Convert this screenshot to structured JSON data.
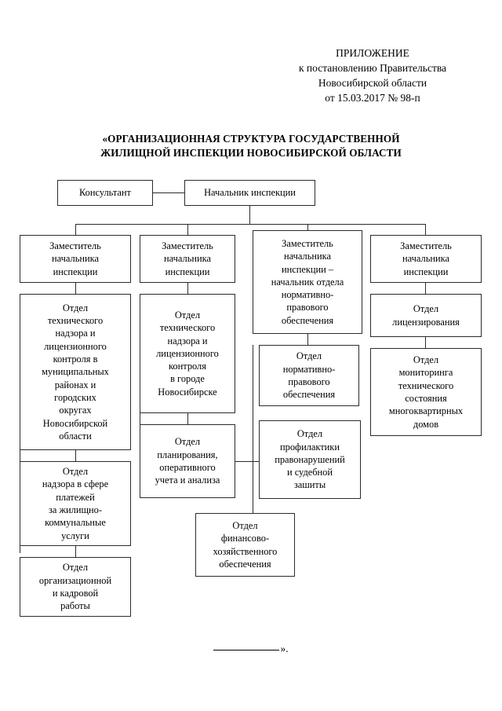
{
  "header": {
    "line1": "ПРИЛОЖЕНИЕ",
    "line2": "к постановлению Правительства",
    "line3": "Новосибирской области",
    "line4": "от 15.03.2017  № 98-п"
  },
  "title": {
    "line1": "«ОРГАНИЗАЦИОННАЯ СТРУКТУРА ГОСУДАРСТВЕННОЙ",
    "line2": "ЖИЛИЩНОЙ ИНСПЕКЦИИ НОВОСИБИРСКОЙ ОБЛАСТИ"
  },
  "chart_data": {
    "type": "diagram",
    "title": "«ОРГАНИЗАЦИОННАЯ СТРУКТУРА ГОСУДАРСТВЕННОЙ ЖИЛИЩНОЙ ИНСПЕКЦИИ НОВОСИБИРСКОЙ ОБЛАСТИ",
    "nodes": {
      "consultant": "Консультант",
      "chief": "Начальник инспекции",
      "deputy1": "Заместитель\nначальника\nинспекции",
      "deputy2": "Заместитель\nначальника\nинспекции",
      "deputy3": "Заместитель\nначальника\nинспекции –\nначальник отдела\nнормативно-\nправового\nобеспечения",
      "deputy4": "Заместитель\nначальника\nинспекции",
      "dept_tech_municipal": "Отдел\nтехнического\nнадзора и\nлицензионного\nконтроля в\nмуниципальных\nрайонах и\nгородских\nокругах\nНовосибирской\nобласти",
      "dept_payments": "Отдел\nнадзора в сфере\nплатежей\nза жилищно-\nкоммунальные\nуслуги",
      "dept_hr": "Отдел\nорганизационной\nи кадровой\nработы",
      "dept_tech_city": "Отдел\nтехнического\nнадзора и\nлицензионного\nконтроля\nв городе\nНовосибирске",
      "dept_planning": "Отдел\nпланирования,\nоперативного\nучета и анализа",
      "dept_legal": "Отдел\nнормативно-\nправового\nобеспечения",
      "dept_prevention": "Отдел\nпрофилактики\nправонарушений\nи судебной\nзашиты",
      "dept_finance": "Отдел\nфинансово-\nхозяйственного\nобеспечения",
      "dept_licensing": "Отдел\nлицензирования",
      "dept_monitoring": "Отдел\nмониторинга\nтехнического\nсостояния\nмногоквартирных\nдомов"
    },
    "edges": [
      [
        "consultant",
        "chief"
      ],
      [
        "chief",
        "deputy1"
      ],
      [
        "chief",
        "deputy2"
      ],
      [
        "chief",
        "deputy3"
      ],
      [
        "chief",
        "deputy4"
      ],
      [
        "deputy1",
        "dept_tech_municipal"
      ],
      [
        "deputy1",
        "dept_payments"
      ],
      [
        "deputy1",
        "dept_hr"
      ],
      [
        "deputy2",
        "dept_tech_city"
      ],
      [
        "deputy2",
        "dept_planning"
      ],
      [
        "deputy3",
        "dept_legal"
      ],
      [
        "deputy3",
        "dept_prevention"
      ],
      [
        "deputy3",
        "dept_finance"
      ],
      [
        "deputy4",
        "dept_licensing"
      ],
      [
        "deputy4",
        "dept_monitoring"
      ]
    ]
  },
  "footer": {
    "closing": "»."
  }
}
